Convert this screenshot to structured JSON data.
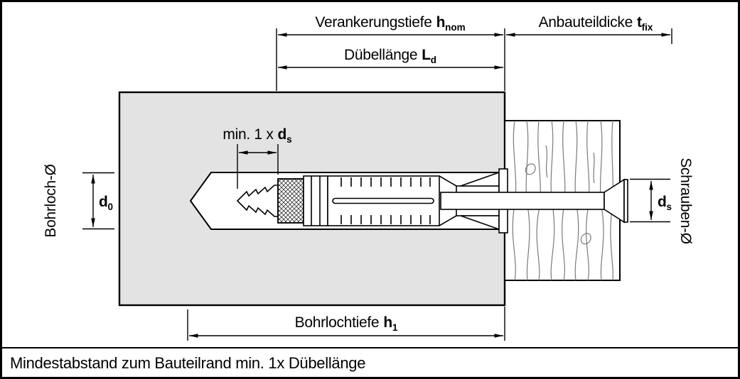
{
  "dimensions": {
    "anchoring_depth": {
      "text": "Verankerungstiefe",
      "symbol": "h",
      "sub": "nom"
    },
    "attachment_thickness": {
      "text": "Anbauteildicke",
      "symbol": "t",
      "sub": "fix"
    },
    "plug_length": {
      "text": "Dübellänge",
      "symbol": "L",
      "sub": "d"
    },
    "min_screw_protrusion": {
      "text": "min. 1 x",
      "symbol": "d",
      "sub": "s"
    },
    "drill_hole_depth": {
      "text": "Bohrlochtiefe",
      "symbol": "h",
      "sub": "1"
    },
    "drill_hole_diameter": {
      "text": "Bohrloch-Ø",
      "symbol": "d",
      "sub": "0"
    },
    "screw_diameter": {
      "text": "Schrauben-Ø",
      "symbol": "d",
      "sub": "s"
    }
  },
  "footnote": "Mindestabstand zum Bauteilrand min. 1x Dübellänge",
  "colors": {
    "wall_fill": "#e3e3e3",
    "outline": "#000000",
    "wood_grain": "#7a7a7a"
  }
}
